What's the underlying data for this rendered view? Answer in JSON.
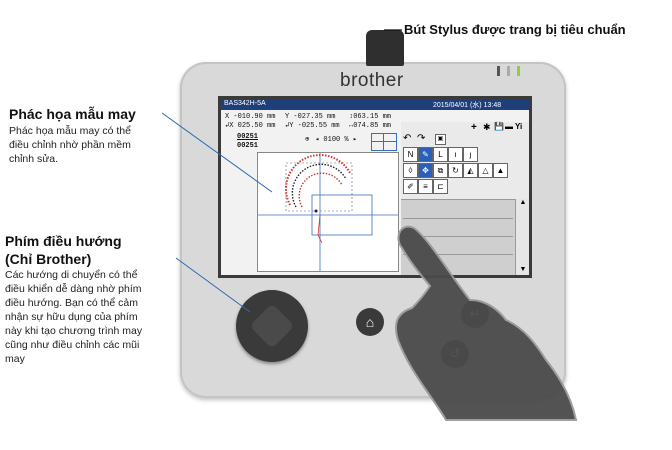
{
  "callouts": {
    "stylus": "Bút Stylus được trang bị tiêu chuẩn",
    "sketch_title": "Phác họa mẫu may",
    "sketch_body": [
      "Phác họa mẫu may có thể",
      "điều chỉnh nhờ phần mềm",
      "chỉnh sửa."
    ],
    "nav_title": [
      "Phím điều hướng",
      "(Chỉ Brother)"
    ],
    "nav_body": [
      "Các hướng di chuyển có thể",
      "điều khiển dễ dàng nhờ phím",
      "điều hướng.  Bạn có thể cảm",
      "nhận sự hữu dụng của phím",
      "này khi tạo chương trình may",
      "cũng như điều chỉnh các mũi",
      "may"
    ]
  },
  "device": {
    "brand": "brother",
    "screen": {
      "model": "BAS342H-5A",
      "datetime": "2015/04/01 (水) 13:48",
      "coords": {
        "row1": [
          "X -010.90 mm",
          "Y -027.35 mm",
          "↕063.15 mm"
        ],
        "row2": [
          "↲X 025.50 mm",
          "↲Y -025.55 mm",
          "↔074.85 mm"
        ]
      },
      "counter_top": "00251",
      "counter_bottom": "00251",
      "zoom": "◂ 0100 % ▸",
      "toolbar_icons": [
        "+",
        "✱",
        "💾",
        "▬",
        "Yi"
      ],
      "undo": "↶",
      "redo": "↷",
      "scroll_up": "▲",
      "scroll_down": "▼"
    },
    "buttons": {
      "home": "⌂",
      "enter": "↵",
      "back": "↺"
    }
  },
  "colors": {
    "screen_header": "#1f3f7a",
    "device_body": "#d9d9d9",
    "button_dark": "#3a3a3a",
    "callout_line": "#2a6bb0",
    "stitch_red": "#d23030",
    "led_green": "#8fcf3a"
  }
}
